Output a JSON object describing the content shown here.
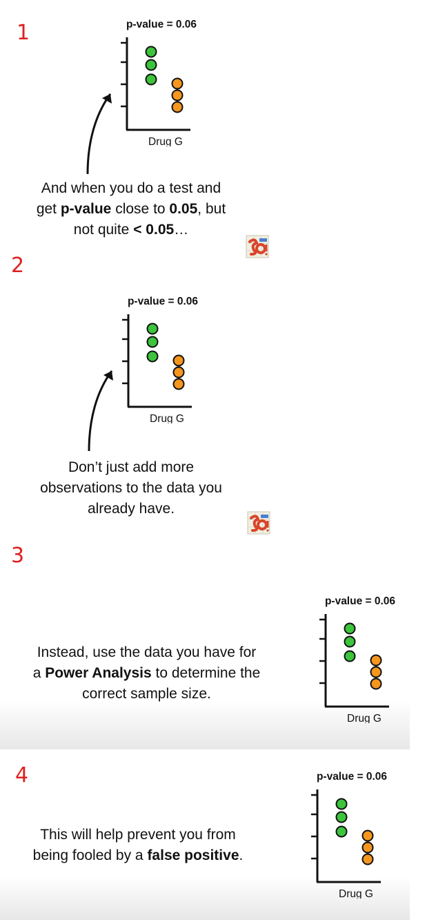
{
  "colors": {
    "number": "#e02020",
    "green": "#3cc43c",
    "orange": "#f5961e",
    "outline": "#111111"
  },
  "panels": [
    {
      "number": "1",
      "plot": {
        "title": "p-value = 0.06",
        "xlabel": "Drug G"
      },
      "caption": [
        [
          {
            "t": "And when you do a test and",
            "b": false
          }
        ],
        [
          {
            "t": "get ",
            "b": false
          },
          {
            "t": "p-value",
            "b": true
          },
          {
            "t": " close to ",
            "b": false
          },
          {
            "t": "0.05",
            "b": true
          },
          {
            "t": ", but",
            "b": false
          }
        ],
        [
          {
            "t": "not quite ",
            "b": false
          },
          {
            "t": "< 0.05",
            "b": true
          },
          {
            "t": "…",
            "b": false
          }
        ]
      ],
      "logo": "so-logo-icon"
    },
    {
      "number": "2",
      "plot": {
        "title": "p-value = 0.06",
        "xlabel": "Drug G"
      },
      "caption": [
        [
          {
            "t": "Don’t just add more",
            "b": false
          }
        ],
        [
          {
            "t": "observations to the data you",
            "b": false
          }
        ],
        [
          {
            "t": "already have.",
            "b": false
          }
        ]
      ],
      "logo": "so-logo-icon"
    },
    {
      "number": "3",
      "plot": {
        "title": "p-value = 0.06",
        "xlabel": "Drug G"
      },
      "caption": [
        [
          {
            "t": "Instead, use the data you have for",
            "b": false
          }
        ],
        [
          {
            "t": "a ",
            "b": false
          },
          {
            "t": "Power Analysis",
            "b": true
          },
          {
            "t": " to determine the",
            "b": false
          }
        ],
        [
          {
            "t": "correct sample size.",
            "b": false
          }
        ]
      ]
    },
    {
      "number": "4",
      "plot": {
        "title": "p-value = 0.06",
        "xlabel": "Drug G"
      },
      "caption": [
        [
          {
            "t": "This will help prevent you from",
            "b": false
          }
        ],
        [
          {
            "t": "being fooled by a ",
            "b": false
          },
          {
            "t": "false positive",
            "b": true
          },
          {
            "t": ".",
            "b": false
          }
        ]
      ]
    }
  ]
}
